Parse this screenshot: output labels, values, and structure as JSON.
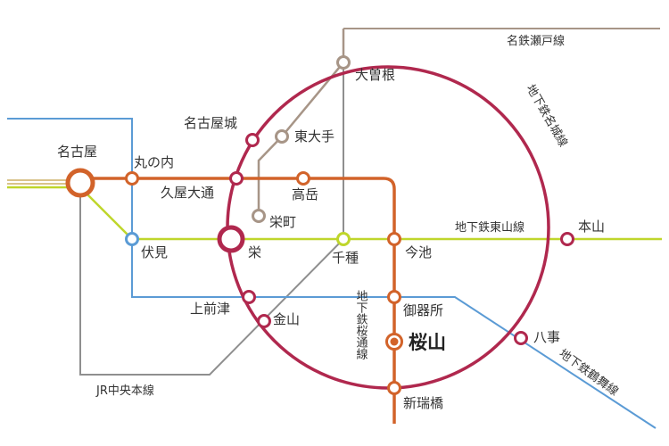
{
  "colors": {
    "meijo": "#b0284e",
    "tsurumai": "#5b9bd5",
    "higashiyama": "#bfd62b",
    "sakuradori": "#d2632a",
    "seto": "#a79587",
    "jr_chuo": "#8f8f8f",
    "meitetsu_nagoya": "#d9c38a"
  },
  "lines": {
    "seto": "名鉄瀬戸線",
    "meijo": "地下鉄名城線",
    "higashiyama": "地下鉄東山線",
    "sakuradori": "地下鉄桜通線",
    "tsurumai": "地下鉄鶴舞線",
    "jr_chuo": "JR中央本線"
  },
  "stations": {
    "nagoya": "名古屋",
    "marunouchi": "丸の内",
    "hisaya_odori": "久屋大通",
    "nagoyajo": "名古屋城",
    "higashi_ote": "東大手",
    "ozone": "大曽根",
    "takaoka": "高岳",
    "sakaemachi": "栄町",
    "fushimi": "伏見",
    "sakae": "栄",
    "chikusa": "千種",
    "imaike": "今池",
    "motoyama": "本山",
    "kamimaezu": "上前津",
    "kanayama": "金山",
    "gokiso": "御器所",
    "sakurayama": "桜山",
    "yagoto": "八事",
    "aratamabashi": "新瑞橋"
  }
}
